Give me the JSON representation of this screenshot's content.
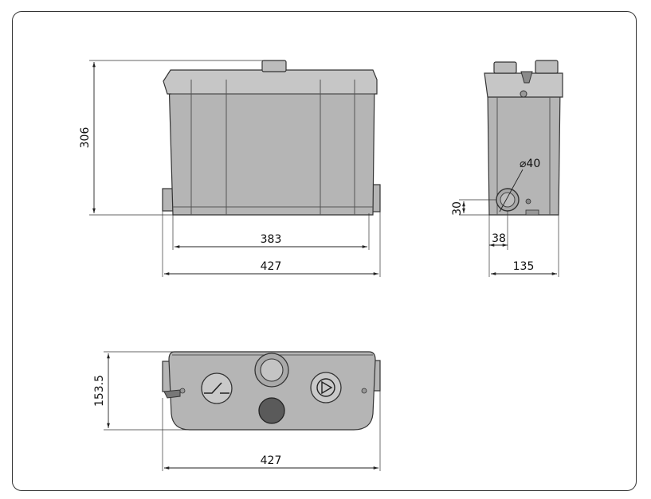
{
  "dimensions": {
    "front_height": "306",
    "front_inner_width": "383",
    "front_outer_width": "427",
    "side_width": "135",
    "side_outlet_diameter": "⌀40",
    "side_outlet_height": "30",
    "side_outlet_offset": "38",
    "top_depth": "153.5",
    "top_width": "427"
  },
  "colors": {
    "body": "#b5b5b5",
    "lid": "#c6c6c6",
    "outline": "#333333",
    "frame": "#333333"
  }
}
